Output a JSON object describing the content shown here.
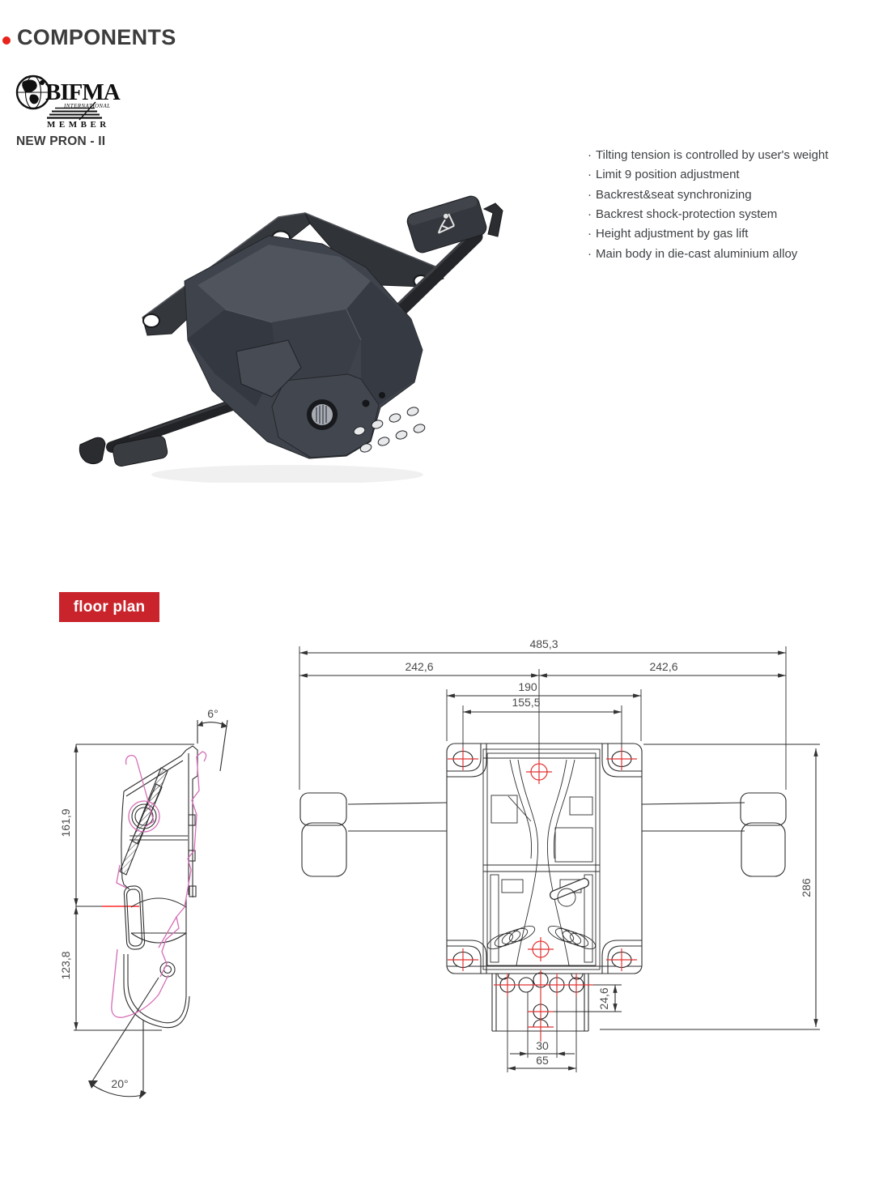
{
  "header": {
    "title": "COMPONENTS"
  },
  "logo": {
    "name": "BIFMA",
    "subtitle": "INTERNATIONAL",
    "member": "MEMBER"
  },
  "product": {
    "name": "NEW PRON - II"
  },
  "features": {
    "bullet": "·",
    "items": [
      "Tilting tension is controlled by user's weight",
      "Limit 9 position adjustment",
      "Backrest&seat synchronizing",
      "Backrest shock-protection system",
      "Height adjustment by gas lift",
      "Main body in die-cast aluminium alloy"
    ]
  },
  "floor_plan": {
    "label": "floor plan"
  },
  "drawing": {
    "plan_view": {
      "total_width": "485,3",
      "left_half": "242,6",
      "right_half": "242,6",
      "plate_width": "190",
      "hole_span": "155,5",
      "overall_depth": "286",
      "rear_hole_offset": "24,6",
      "rear_slot_inner": "30",
      "rear_slot_outer": "65"
    },
    "side_view": {
      "upper_height": "161,9",
      "lower_height": "123,8",
      "back_angle": "6°",
      "tilt_angle": "20°"
    }
  }
}
